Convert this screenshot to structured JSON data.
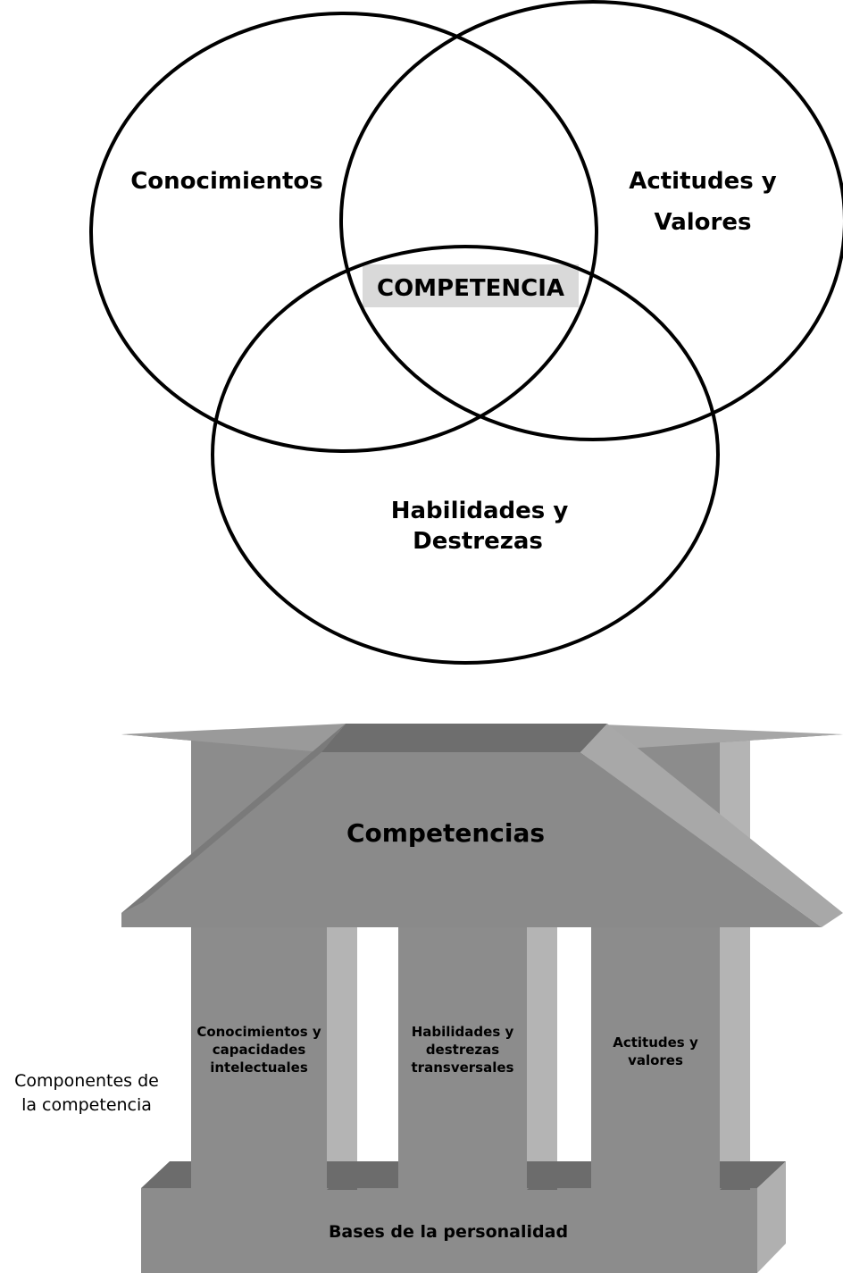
{
  "venn": {
    "sets": {
      "conocimientos": "Conocimientos",
      "actitudes_line1": "Actitudes y",
      "actitudes_line2": "Valores",
      "habilidades_line1": "Habilidades y",
      "habilidades_line2": "Destrezas"
    },
    "intersection": "COMPETENCIA"
  },
  "temple": {
    "roof": "Competencias",
    "pillars": [
      {
        "lines": [
          "Conocimientos y",
          "capacidades",
          "intelectuales"
        ]
      },
      {
        "lines": [
          "Habilidades y",
          "destrezas",
          "transversales"
        ]
      },
      {
        "lines": [
          "Actitudes y",
          "valores"
        ]
      }
    ],
    "base": "Bases de la personalidad",
    "side_label_line1": "Componentes de",
    "side_label_line2": "la competencia"
  },
  "colors": {
    "roof_top": "#6e6e6e",
    "roof_face": "#8a8a8a",
    "pillar_front": "#8c8c8c",
    "pillar_side": "#b4b4b4",
    "base_front": "#8c8c8c",
    "base_top": "#6c6c6c",
    "base_side": "#b0b0b0",
    "highlight": "#d9d9d9"
  }
}
